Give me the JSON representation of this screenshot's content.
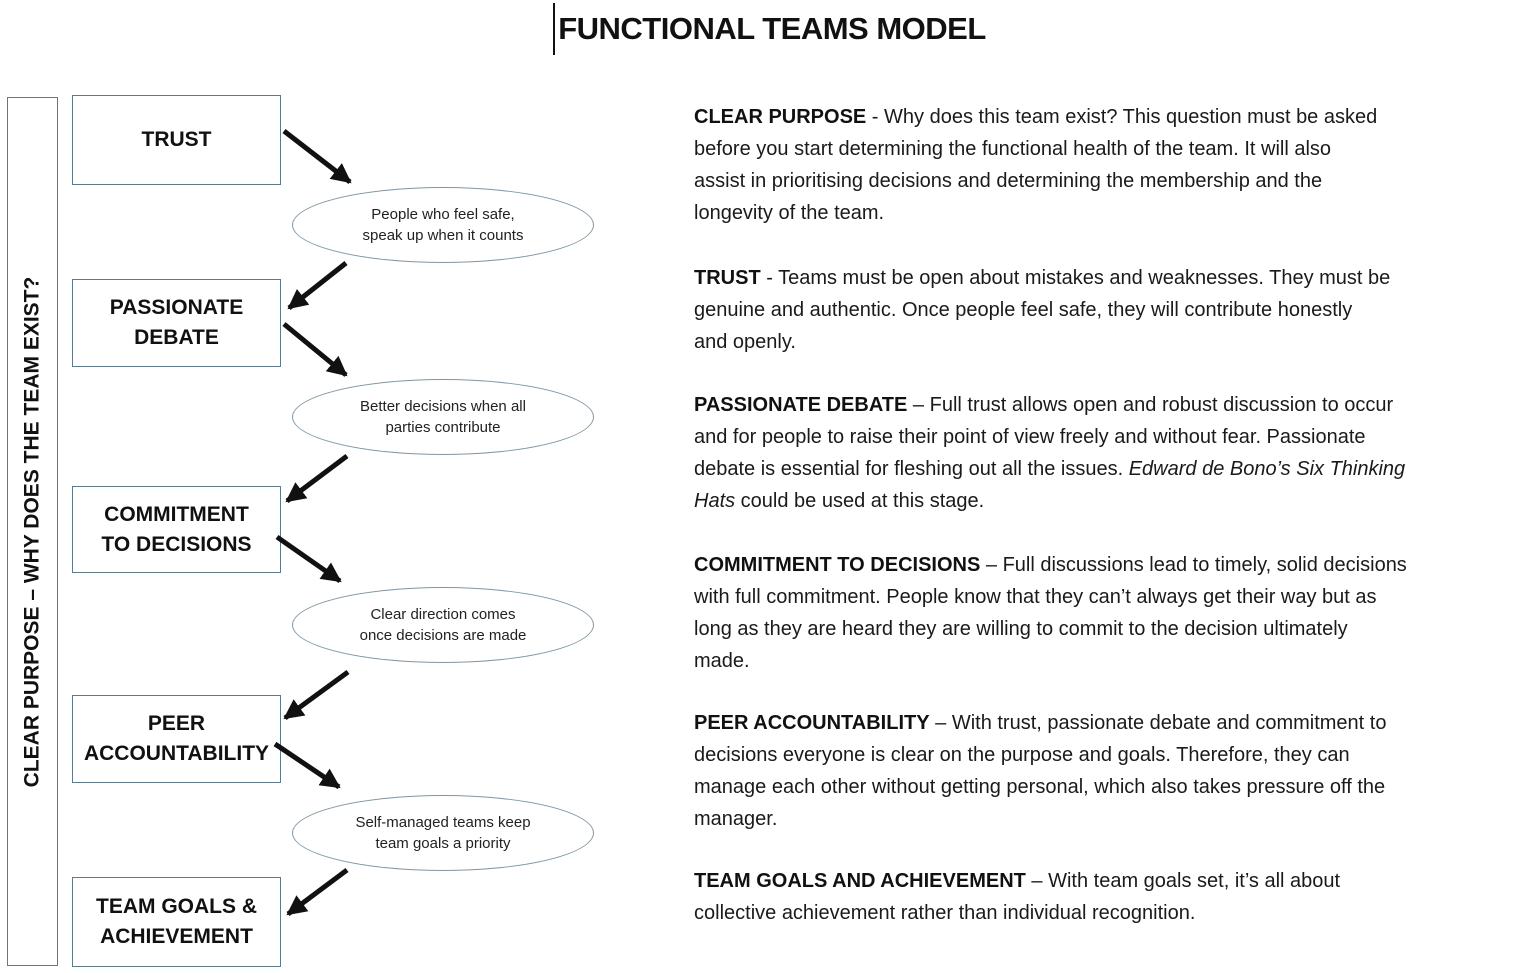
{
  "title": "FUNCTIONAL TEAMS MODEL",
  "sidebar": {
    "label": "CLEAR PURPOSE – WHY DOES THE TEAM EXIST?"
  },
  "flow": {
    "boxes": [
      {
        "label": "TRUST"
      },
      {
        "label": "PASSIONATE\nDEBATE"
      },
      {
        "label": "COMMITMENT\nTO DECISIONS"
      },
      {
        "label": "PEER\nACCOUNTABILITY"
      },
      {
        "label": "TEAM GOALS &\nACHIEVEMENT"
      }
    ],
    "ellipses": [
      {
        "text": "People who feel safe,\nspeak up when it counts"
      },
      {
        "text": "Better decisions when all\nparties contribute"
      },
      {
        "text": "Clear direction comes\nonce decisions are made"
      },
      {
        "text": "Self-managed teams keep\nteam goals a priority"
      }
    ]
  },
  "descriptions": [
    {
      "heading": "CLEAR PURPOSE",
      "sep": " - ",
      "body": "Why does this team exist? This question must be asked\nbefore you start determining the functional health of the team. It will also\nassist in prioritising decisions and determining the membership and the\nlongevity of the team.",
      "italic": "",
      "after": ""
    },
    {
      "heading": "TRUST",
      "sep": " - ",
      "body": "Teams must be open about mistakes and weaknesses. They must be\ngenuine and authentic. Once people feel safe, they will contribute honestly\nand openly.",
      "italic": "",
      "after": ""
    },
    {
      "heading": "PASSIONATE DEBATE",
      "sep": " – ",
      "body": "Full trust allows open and robust discussion to occur\nand for people to raise their point of view freely and without fear. Passionate\ndebate is essential for fleshing out all the issues. ",
      "italic": "Edward de Bono’s Six Thinking\nHats",
      "after": " could be used at this stage."
    },
    {
      "heading": "COMMITMENT TO DECISIONS",
      "sep": " – ",
      "body": "Full discussions lead to timely, solid decisions\nwith full commitment. People know that they can’t always get their way but as\nlong as they are heard they are willing to commit to the decision ultimately\nmade.",
      "italic": "",
      "after": ""
    },
    {
      "heading": "PEER ACCOUNTABILITY",
      "sep": " – ",
      "body": "With trust, passionate debate and commitment to\ndecisions everyone is clear on the purpose and goals. Therefore, they can\nmanage each other without getting personal, which also takes pressure off the\nmanager.",
      "italic": "",
      "after": ""
    },
    {
      "heading": "TEAM GOALS AND ACHIEVEMENT",
      "sep": " – ",
      "body": "With team goals set, it’s all about\ncollective achievement rather than individual recognition.",
      "italic": "",
      "after": ""
    }
  ],
  "colors": {
    "box_border": "#5f7987",
    "ellipse_border": "#7e96a4",
    "arrow": "#111111",
    "text": "#1a1a1a"
  }
}
